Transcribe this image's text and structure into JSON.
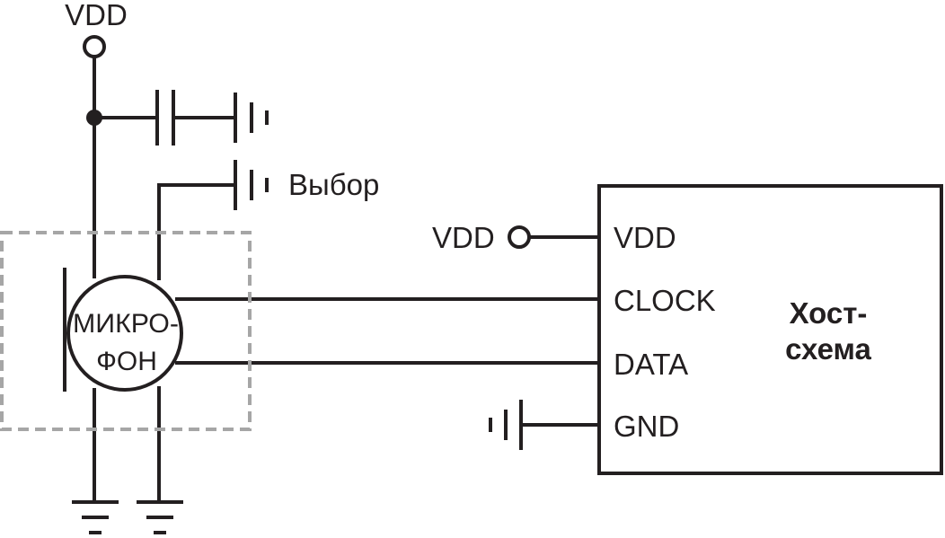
{
  "left": {
    "supply_label": "VDD",
    "select_label": "Выбор",
    "mic_line1": "МИКРО-",
    "mic_line2": "ФОН"
  },
  "host": {
    "supply_label": "VDD",
    "pins": [
      "VDD",
      "CLOCK",
      "DATA",
      "GND"
    ],
    "title_line1": "Хост-",
    "title_line2": "схема"
  },
  "colors": {
    "line": "#231f20",
    "dashed_box": "#a6a6a6"
  }
}
